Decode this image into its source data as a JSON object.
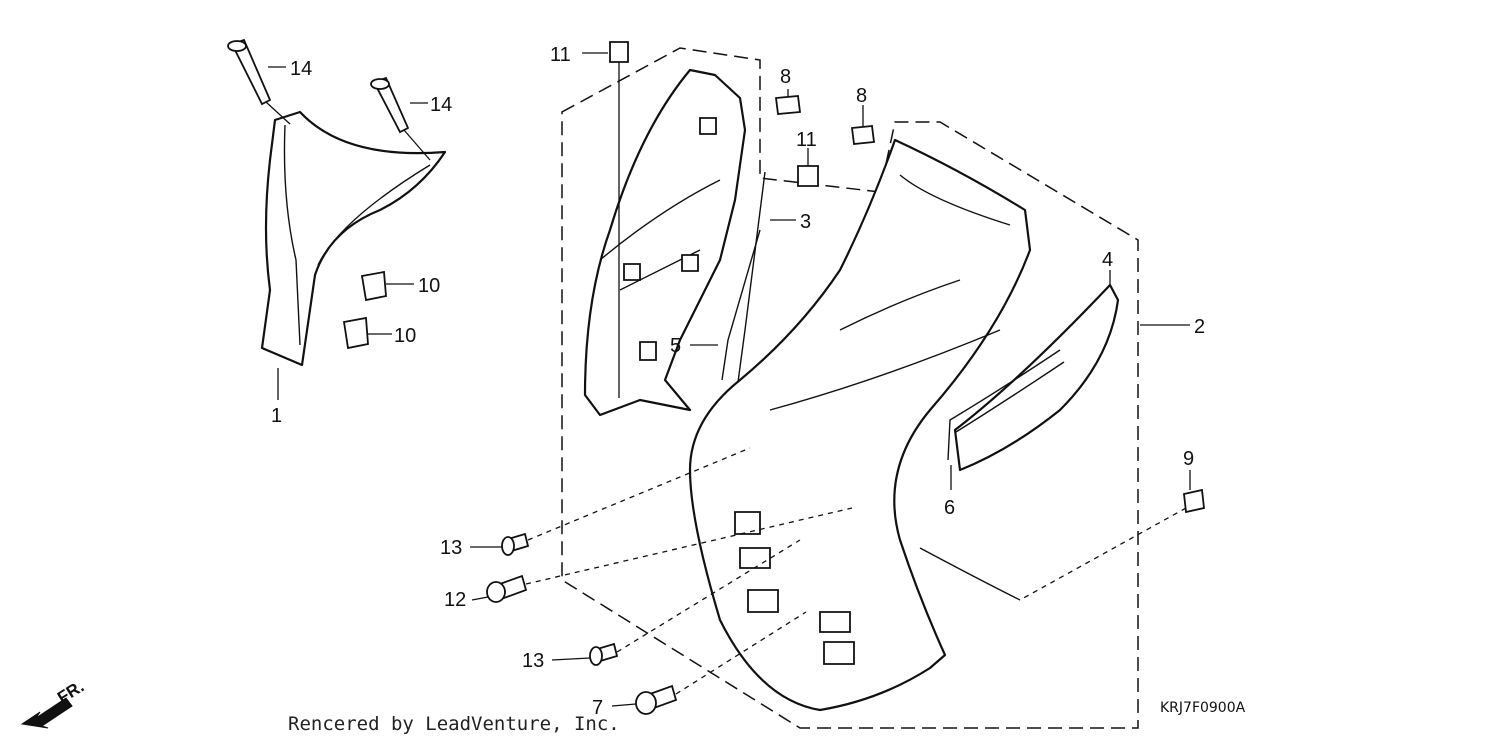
{
  "diagram": {
    "callouts": [
      {
        "id": "1",
        "label": "1"
      },
      {
        "id": "2",
        "label": "2"
      },
      {
        "id": "3",
        "label": "3"
      },
      {
        "id": "4",
        "label": "4"
      },
      {
        "id": "5",
        "label": "5"
      },
      {
        "id": "6",
        "label": "6"
      },
      {
        "id": "7",
        "label": "7"
      },
      {
        "id": "8a",
        "label": "8"
      },
      {
        "id": "8b",
        "label": "8"
      },
      {
        "id": "9",
        "label": "9"
      },
      {
        "id": "10a",
        "label": "10"
      },
      {
        "id": "10b",
        "label": "10"
      },
      {
        "id": "11a",
        "label": "11"
      },
      {
        "id": "11b",
        "label": "11"
      },
      {
        "id": "12",
        "label": "12"
      },
      {
        "id": "13a",
        "label": "13"
      },
      {
        "id": "13b",
        "label": "13"
      },
      {
        "id": "14a",
        "label": "14"
      },
      {
        "id": "14b",
        "label": "14"
      }
    ],
    "diagram_code": "KRJ7F0900A",
    "credit": "Rencered by LeadVenture, Inc.",
    "direction_label": "FR."
  }
}
